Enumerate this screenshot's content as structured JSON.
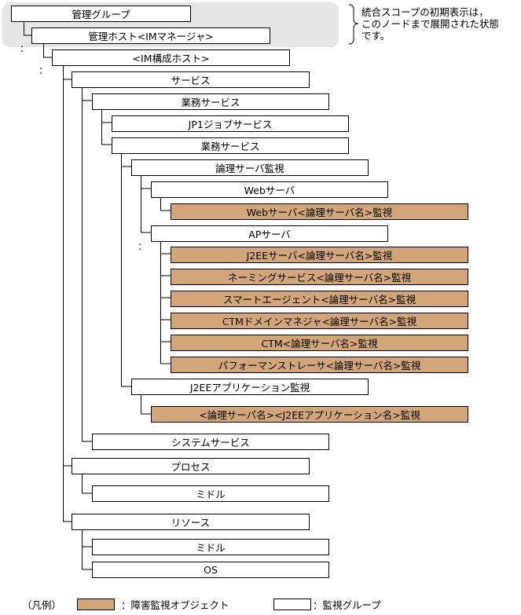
{
  "nodes": {
    "kanri_group": "管理グループ",
    "kanri_host": "管理ホスト<IMマネージャ>",
    "im_host": "<IM構成ホスト>",
    "service": "サービス",
    "gyomu1": "業務サービス",
    "jp1job": "JP1ジョブサービス",
    "gyomu2": "業務サービス",
    "ronri_kanshi": "論理サーバ監視",
    "web_server": "Webサーバ",
    "web_obj": "Webサーバ<論理サーバ名>監視",
    "ap_server": "APサーバ",
    "j2ee_obj": "J2EEサーバ<論理サーバ名>監視",
    "naming_obj": "ネーミングサービス<論理サーバ名>監視",
    "smart_obj": "スマートエージェント<論理サーバ名>監視",
    "ctmdm_obj": "CTMドメインマネジャ<論理サーバ名>監視",
    "ctm_obj": "CTM<論理サーバ名>監視",
    "perf_obj": "パフォーマンストレーサ<論理サーバ名>監視",
    "j2ee_app": "J2EEアプリケーション監視",
    "j2ee_app_obj": "<論理サーバ名><J2EEアプリケーション名>監視",
    "system_service": "システムサービス",
    "process": "プロセス",
    "process_middle": "ミドル",
    "resource": "リソース",
    "resource_middle": "ミドル",
    "resource_os": "OS"
  },
  "note": {
    "line1": "統合スコープの初期表示は，",
    "line2": "このノードまで展開された状態",
    "line3": "です。"
  },
  "legend": {
    "title": "（凡例）",
    "fault_object": "：障害監視オブジェクト",
    "monitor_group": "：監視グループ",
    "fault_color": "#d2a679",
    "group_color": "#ffffff"
  }
}
